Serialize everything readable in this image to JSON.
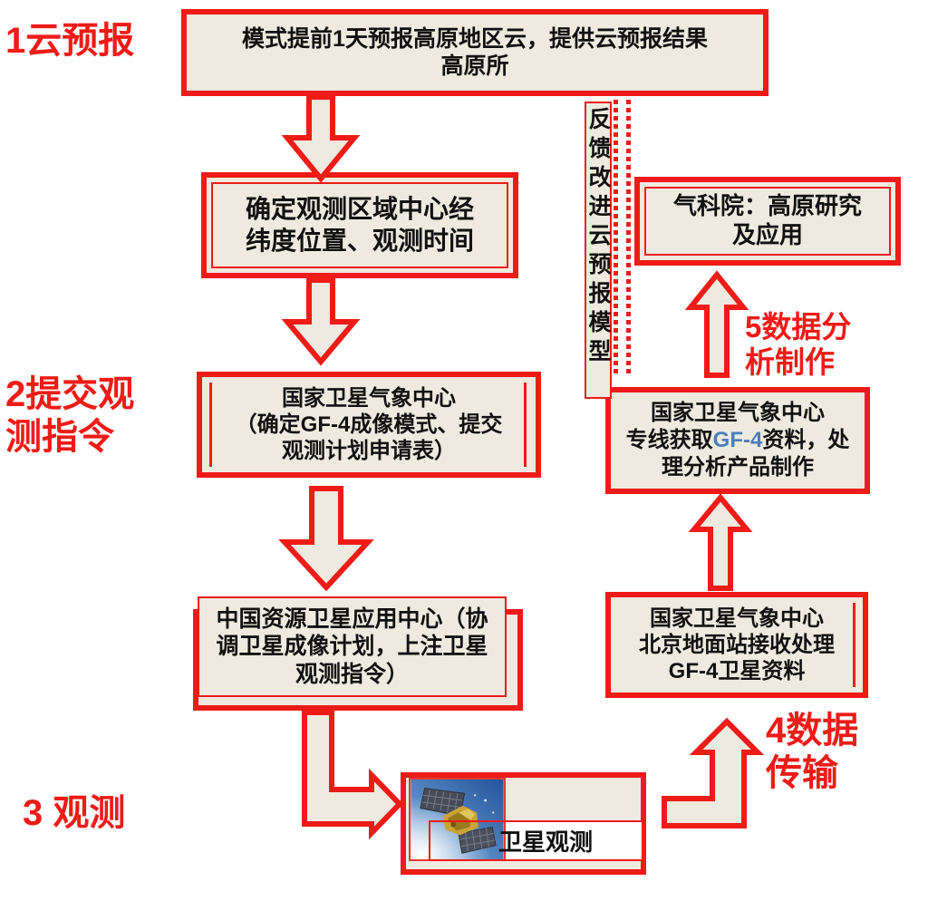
{
  "diagram": {
    "title_hint": "GF-4 satellite plateau cloud observation workflow",
    "colors": {
      "accent_red": "#ee1b17",
      "box_fill": "#eeeadf",
      "gf4_link": "#4a7ebb",
      "text": "#111111"
    },
    "stage_labels": {
      "s1": "1云预报",
      "s2": "2提交观\n测指令",
      "s3": "3 观测",
      "s4": "4数据\n传输",
      "s5": "5数据分\n析制作"
    },
    "boxes": {
      "forecast": "模式提前1天预报高原地区云，提供云预报结果\n高原所",
      "region": "确定观测区域中心经\n纬度位置、观测时间",
      "nsmc_submit": "国家卫星气象中心\n（确定GF-4成像模式、提交\n观测计划申请表）",
      "cresda": "中国资源卫星应用中心（协\n调卫星成像计划，上注卫星\n观测指令）",
      "satellite_caption": "卫星观测",
      "ground_station": "国家卫星气象中心\n北京地面站接收处理\nGF-4卫星资料",
      "dedicated_line": {
        "line1": "国家卫星气象中心",
        "line2_pre": "专线获取",
        "line2_gf4": "GF-4",
        "line2_post": "资料，处",
        "line3": "理分析产品制作"
      },
      "cams": "气科院：高原研究\n及应用"
    },
    "feedback_strip": "反馈改进云预报模型"
  }
}
